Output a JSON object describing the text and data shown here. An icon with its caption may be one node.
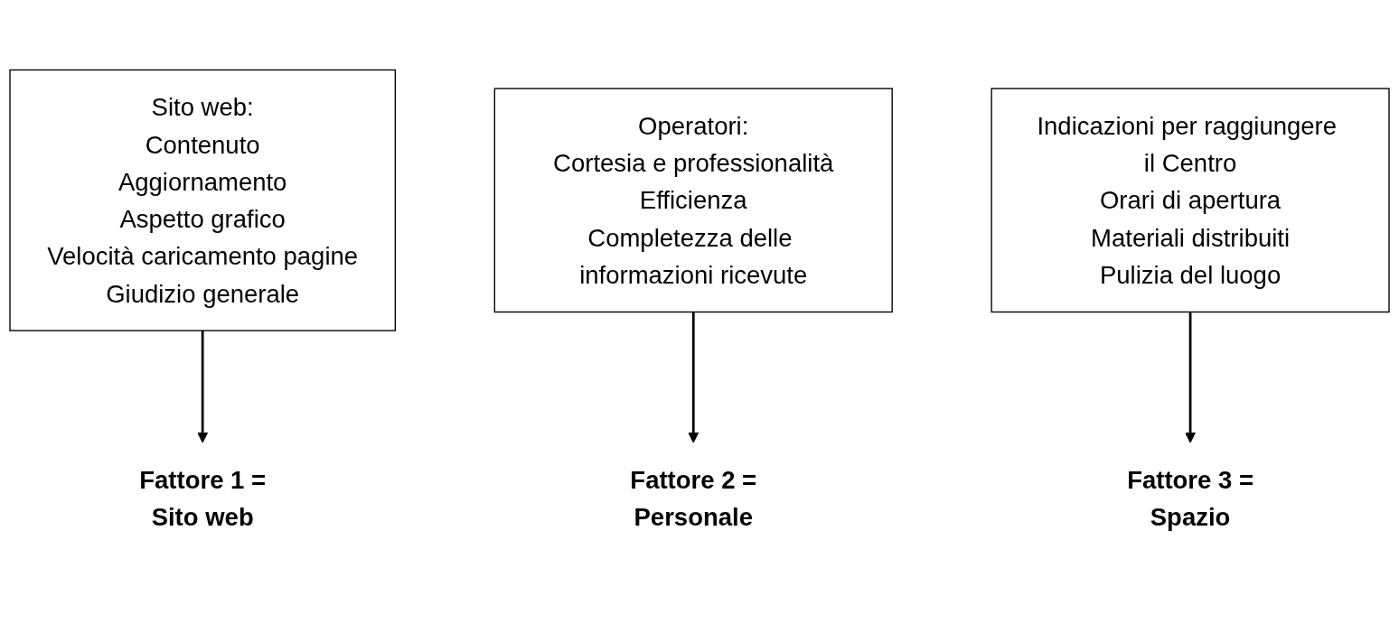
{
  "diagram": {
    "nodes": [
      {
        "text": [
          "Sito web:",
          "Contenuto",
          "Aggiornamento",
          "Aspetto grafico",
          "Velocità caricamento pagine",
          "Giudizio generale"
        ]
      },
      {
        "text": [
          "Operatori:",
          "Cortesia e professionalità",
          "Efficienza",
          "Completezza delle informazioni ricevute"
        ]
      },
      {
        "text": [
          "Indicazioni per raggiungere il Centro",
          "Orari di apertura",
          "Materiali distribuiti",
          "Pulizia del luogo"
        ]
      },
      {
        "text": [
          "Fattore 1 =",
          "Sito web"
        ]
      },
      {
        "text": [
          "Fattore 2 =",
          "Personale"
        ]
      },
      {
        "text": [
          "Fattore 3 =",
          "Spazio"
        ]
      }
    ],
    "edges": [
      {
        "from": 0,
        "to": 3,
        "arrow": "to"
      },
      {
        "from": 1,
        "to": 4,
        "arrow": "to"
      },
      {
        "from": 2,
        "to": 5,
        "arrow": "to"
      }
    ]
  }
}
